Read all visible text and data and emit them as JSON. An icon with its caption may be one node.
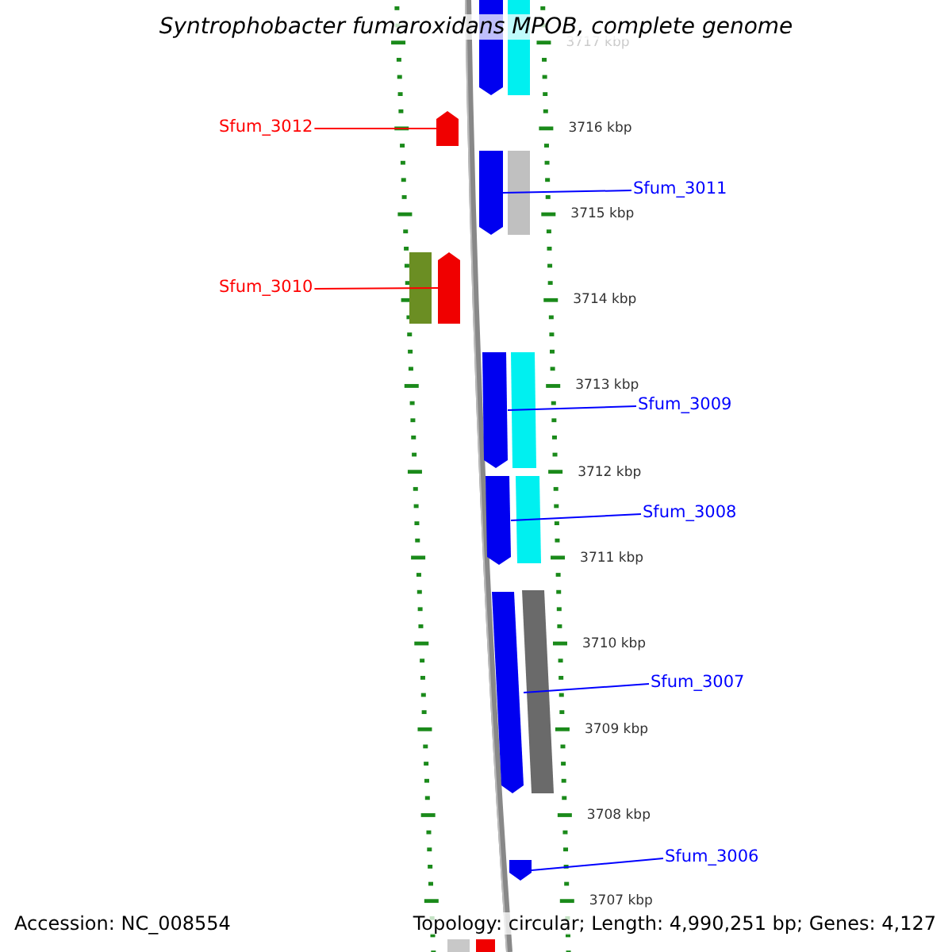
{
  "diagram": {
    "title": "Syntrophobacter fumaroxidans MPOB, complete genome",
    "nodes": [
      {
        "text": [
          "Sfum_3012"
        ]
      },
      {
        "text": [],
        "shape": "bar"
      },
      {
        "text": [
          "Sfum_3011"
        ]
      },
      {
        "text": [],
        "shape": "bar"
      },
      {
        "text": [
          "Sfum_3010"
        ]
      },
      {
        "text": [],
        "shape": "bar"
      },
      {
        "text": [
          "Sfum_3009"
        ]
      },
      {
        "text": [],
        "shape": "bar"
      },
      {
        "text": [
          "Sfum_3008"
        ]
      },
      {
        "text": [],
        "shape": "bar"
      },
      {
        "text": [
          "Sfum_3007"
        ]
      },
      {
        "text": [],
        "shape": "bar"
      },
      {
        "text": [
          "Sfum_3006"
        ]
      },
      {
        "text": [],
        "shape": "bar"
      }
    ],
    "edges": [
      {
        "from": 0,
        "to": 1,
        "arrow": "none",
        "color": "#ff0000"
      },
      {
        "from": 2,
        "to": 3,
        "arrow": "none"
      },
      {
        "from": 4,
        "to": 5,
        "arrow": "none",
        "color": "#ff0000"
      },
      {
        "from": 6,
        "to": 7,
        "arrow": "none"
      },
      {
        "from": 8,
        "to": 9,
        "arrow": "none"
      },
      {
        "from": 10,
        "to": 11,
        "arrow": "none"
      },
      {
        "from": 12,
        "to": 13,
        "arrow": "none"
      }
    ],
    "labels": [
      "3717 kbp",
      "3716 kbp",
      "3715 kbp",
      "3714 kbp",
      "3713 kbp",
      "3712 kbp",
      "3711 kbp",
      "3710 kbp",
      "3709 kbp",
      "3708 kbp",
      "3707 kbp",
      "Accession: NC_008554",
      "Topology: circular; Length: 4,990,251 bp; Genes: 4,127"
    ]
  }
}
